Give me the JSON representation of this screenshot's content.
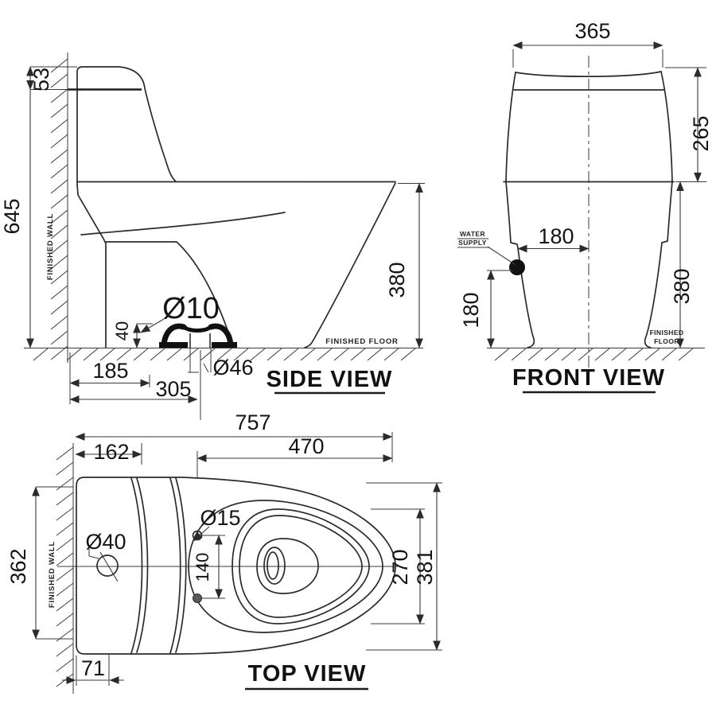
{
  "drawing": {
    "side_view": {
      "title": "SIDE VIEW",
      "dims": {
        "lid_height": "53",
        "total_height": "645",
        "rim_height": "380",
        "trap_height": "40",
        "bolt_hole_dia": "Ø10",
        "outlet_dia": "Ø46",
        "bolt_from_wall": "185",
        "rough_in": "305"
      },
      "labels": {
        "finished_wall": "FINISHED WALL",
        "finished_floor": "FINISHED FLOOR"
      }
    },
    "front_view": {
      "title": "FRONT VIEW",
      "dims": {
        "tank_width": "365",
        "tank_height": "265",
        "supply_offset": "180",
        "supply_height": "180",
        "bowl_height": "380"
      },
      "labels": {
        "water_supply_line1": "WATER",
        "water_supply_line2": "SUPPLY",
        "finished_floor_line1": "FINISHED",
        "finished_floor_line2": "FLOOR"
      }
    },
    "top_view": {
      "title": "TOP VIEW",
      "dims": {
        "total_depth": "757",
        "tank_depth": "162",
        "seat_length": "470",
        "seat_hole_dia": "Ø15",
        "hole_spacing": "140",
        "supply_hole_dia": "Ø40",
        "tank_width": "362",
        "seat_opening_width": "270",
        "bowl_width": "381",
        "rear_offset": "71"
      },
      "labels": {
        "finished_wall": "FINISHED WALL"
      }
    }
  }
}
